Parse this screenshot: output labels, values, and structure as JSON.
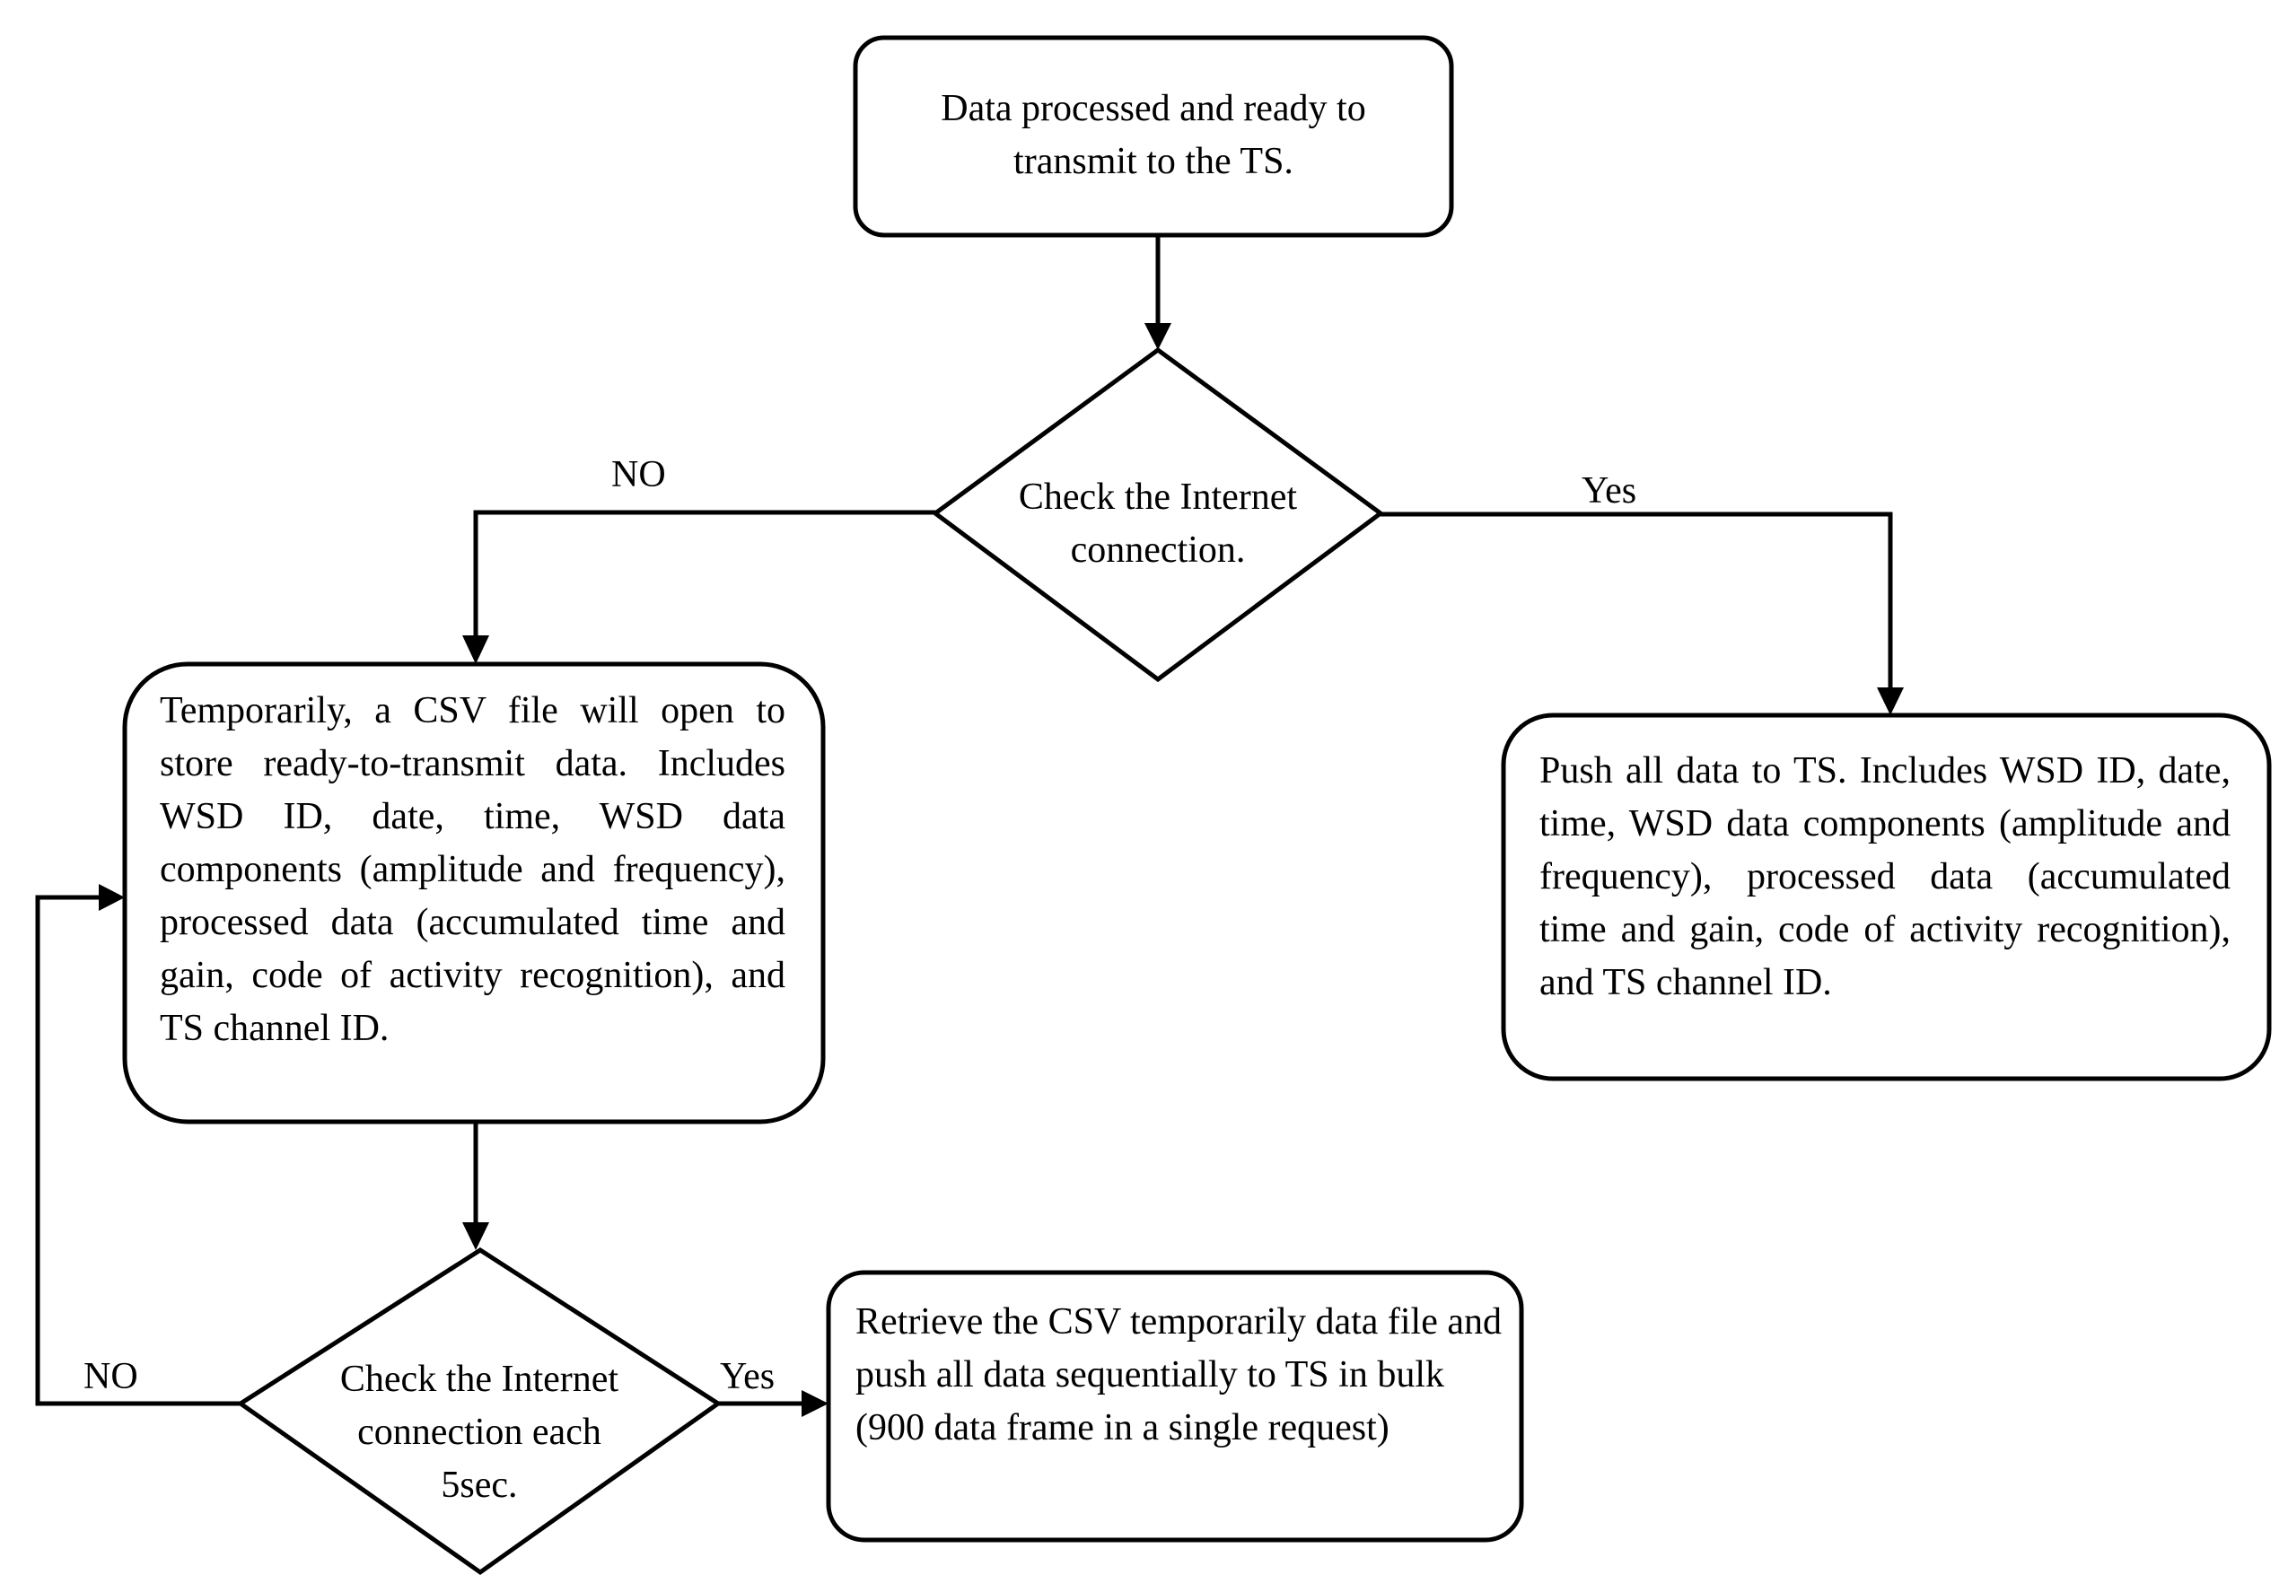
{
  "nodes": {
    "start": {
      "lines": [
        "Data processed and ready to",
        "transmit to the TS."
      ]
    },
    "check_internet": {
      "lines": [
        "Check the Internet",
        "connection."
      ]
    },
    "csv_store": {
      "text": "Temporarily, a CSV file will open to store ready-to-transmit data. Includes WSD ID, date, time, WSD data components (amplitude and frequency), processed data (accumulated time and gain, code of activity recognition), and TS channel ID."
    },
    "push_all": {
      "text": "Push all data to TS. Includes WSD ID, date, time, WSD data components (amplitude and frequency), processed data (accumulated time and gain, code of activity recognition), and TS channel ID."
    },
    "check_periodic": {
      "lines": [
        "Check the Internet",
        "connection each",
        "5sec."
      ]
    },
    "retrieve_csv": {
      "text": "Retrieve the CSV temporarily data file and push all data sequentially to TS in bulk (900 data frame in a single request)"
    }
  },
  "edge_labels": {
    "no_top": "NO",
    "yes_top": "Yes",
    "no_bottom": "NO",
    "yes_bottom": "Yes"
  },
  "colors": {
    "stroke": "#000000",
    "fill": "#ffffff",
    "text": "#000000"
  }
}
